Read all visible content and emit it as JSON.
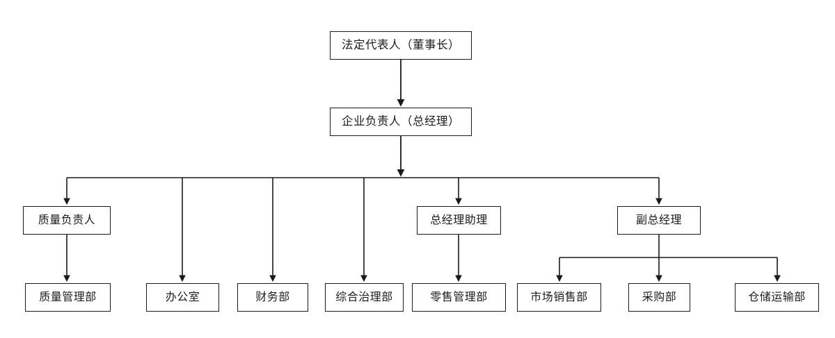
{
  "chart_title": "",
  "colors": {
    "box_border": "#1a1a1a",
    "box_fill": "#ffffff",
    "connector": "#1a1a1a",
    "text": "#1c1c1c",
    "background": "#ffffff"
  },
  "nodes": {
    "legal_representative": {
      "label": "法定代表人（董事长）",
      "level": 1
    },
    "general_manager": {
      "label": "企业负责人（总经理）",
      "level": 2
    },
    "quality_officer": {
      "label": "质量负责人",
      "level": 3
    },
    "gm_assistant": {
      "label": "总经理助理",
      "level": 3
    },
    "deputy_gm": {
      "label": "副总经理",
      "level": 3
    },
    "quality_dept": {
      "label": "质量管理部",
      "level": 4
    },
    "office": {
      "label": "办公室",
      "level": 4
    },
    "finance_dept": {
      "label": "财务部",
      "level": 4
    },
    "comprehensive_dept": {
      "label": "综合治理部",
      "level": 4
    },
    "retail_dept": {
      "label": "零售管理部",
      "level": 4
    },
    "marketing_dept": {
      "label": "市场销售部",
      "level": 4
    },
    "purchasing_dept": {
      "label": "采购部",
      "level": 4
    },
    "warehouse_dept": {
      "label": "仓储运输部",
      "level": 4
    }
  },
  "chart_data": {
    "type": "diagram",
    "diagram_kind": "organization-chart",
    "orientation": "top-down",
    "levels": [
      {
        "level": 1,
        "nodes": [
          "法定代表人（董事长）"
        ]
      },
      {
        "level": 2,
        "nodes": [
          "企业负责人（总经理）"
        ]
      },
      {
        "level": 3,
        "nodes": [
          "质量负责人",
          "总经理助理",
          "副总经理"
        ]
      },
      {
        "level": 4,
        "nodes": [
          "质量管理部",
          "办公室",
          "财务部",
          "综合治理部",
          "零售管理部",
          "市场销售部",
          "采购部",
          "仓储运输部"
        ]
      }
    ],
    "edges": [
      {
        "from": "法定代表人（董事长）",
        "to": "企业负责人（总经理）",
        "arrow": true
      },
      {
        "from": "企业负责人（总经理）",
        "to": "质量负责人",
        "arrow": true
      },
      {
        "from": "企业负责人（总经理）",
        "to": "办公室",
        "arrow": true
      },
      {
        "from": "企业负责人（总经理）",
        "to": "财务部",
        "arrow": true
      },
      {
        "from": "企业负责人（总经理）",
        "to": "综合治理部",
        "arrow": true
      },
      {
        "from": "企业负责人（总经理）",
        "to": "总经理助理",
        "arrow": true
      },
      {
        "from": "企业负责人（总经理）",
        "to": "副总经理",
        "arrow": true
      },
      {
        "from": "质量负责人",
        "to": "质量管理部",
        "arrow": true
      },
      {
        "from": "总经理助理",
        "to": "零售管理部",
        "arrow": true
      },
      {
        "from": "副总经理",
        "to": "市场销售部",
        "arrow": true
      },
      {
        "from": "副总经理",
        "to": "采购部",
        "arrow": true
      },
      {
        "from": "副总经理",
        "to": "仓储运输部",
        "arrow": true
      }
    ]
  }
}
